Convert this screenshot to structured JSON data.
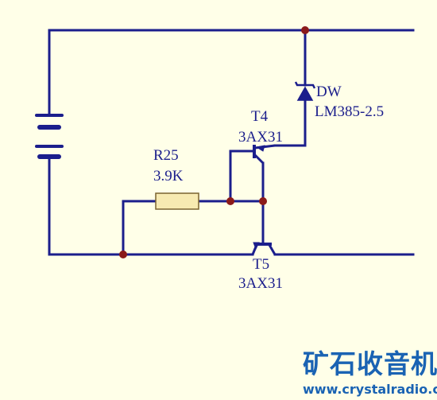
{
  "components": {
    "r25": {
      "ref": "R25",
      "value": "3.9K"
    },
    "t4": {
      "ref": "T4",
      "value": "3AX31"
    },
    "t5": {
      "ref": "T5",
      "value": "3AX31"
    },
    "dw": {
      "ref": "DW",
      "value": "LM385-2.5"
    }
  },
  "watermark": {
    "title": "矿石收音机",
    "url": "www.crystalradio.cn"
  },
  "colors": {
    "background": "#ffffe8",
    "wire": "#1b1e8c",
    "junction": "#8b1a1a",
    "resistor_fill": "#f7eab1",
    "watermark": "#1a63b3"
  }
}
